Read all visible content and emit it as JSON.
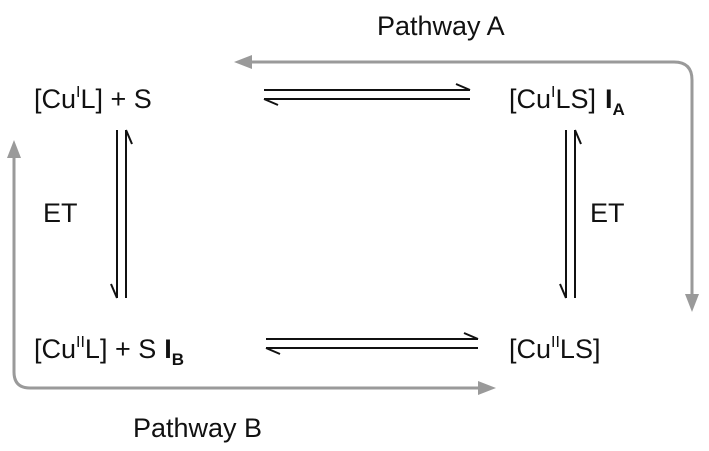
{
  "diagram": {
    "pathway_a_label": "Pathway A",
    "pathway_b_label": "Pathway B",
    "et_left": "ET",
    "et_right": "ET",
    "species": {
      "top_left": {
        "open": "[Cu",
        "ox": "I",
        "close": "L] + S"
      },
      "top_right": {
        "open": "[Cu",
        "ox": "I",
        "close": "LS]",
        "id_main": "I",
        "id_sub": "A"
      },
      "bottom_left": {
        "open": "[Cu",
        "ox": "II",
        "close": "L] + S",
        "id_main": "I",
        "id_sub": "B"
      },
      "bottom_right": {
        "open": "[Cu",
        "ox": "II",
        "close": "LS]"
      }
    },
    "colors": {
      "text": "#111111",
      "equilibrium_arrows": "#111111",
      "pathway_arrows": "#9a9a9a"
    }
  }
}
